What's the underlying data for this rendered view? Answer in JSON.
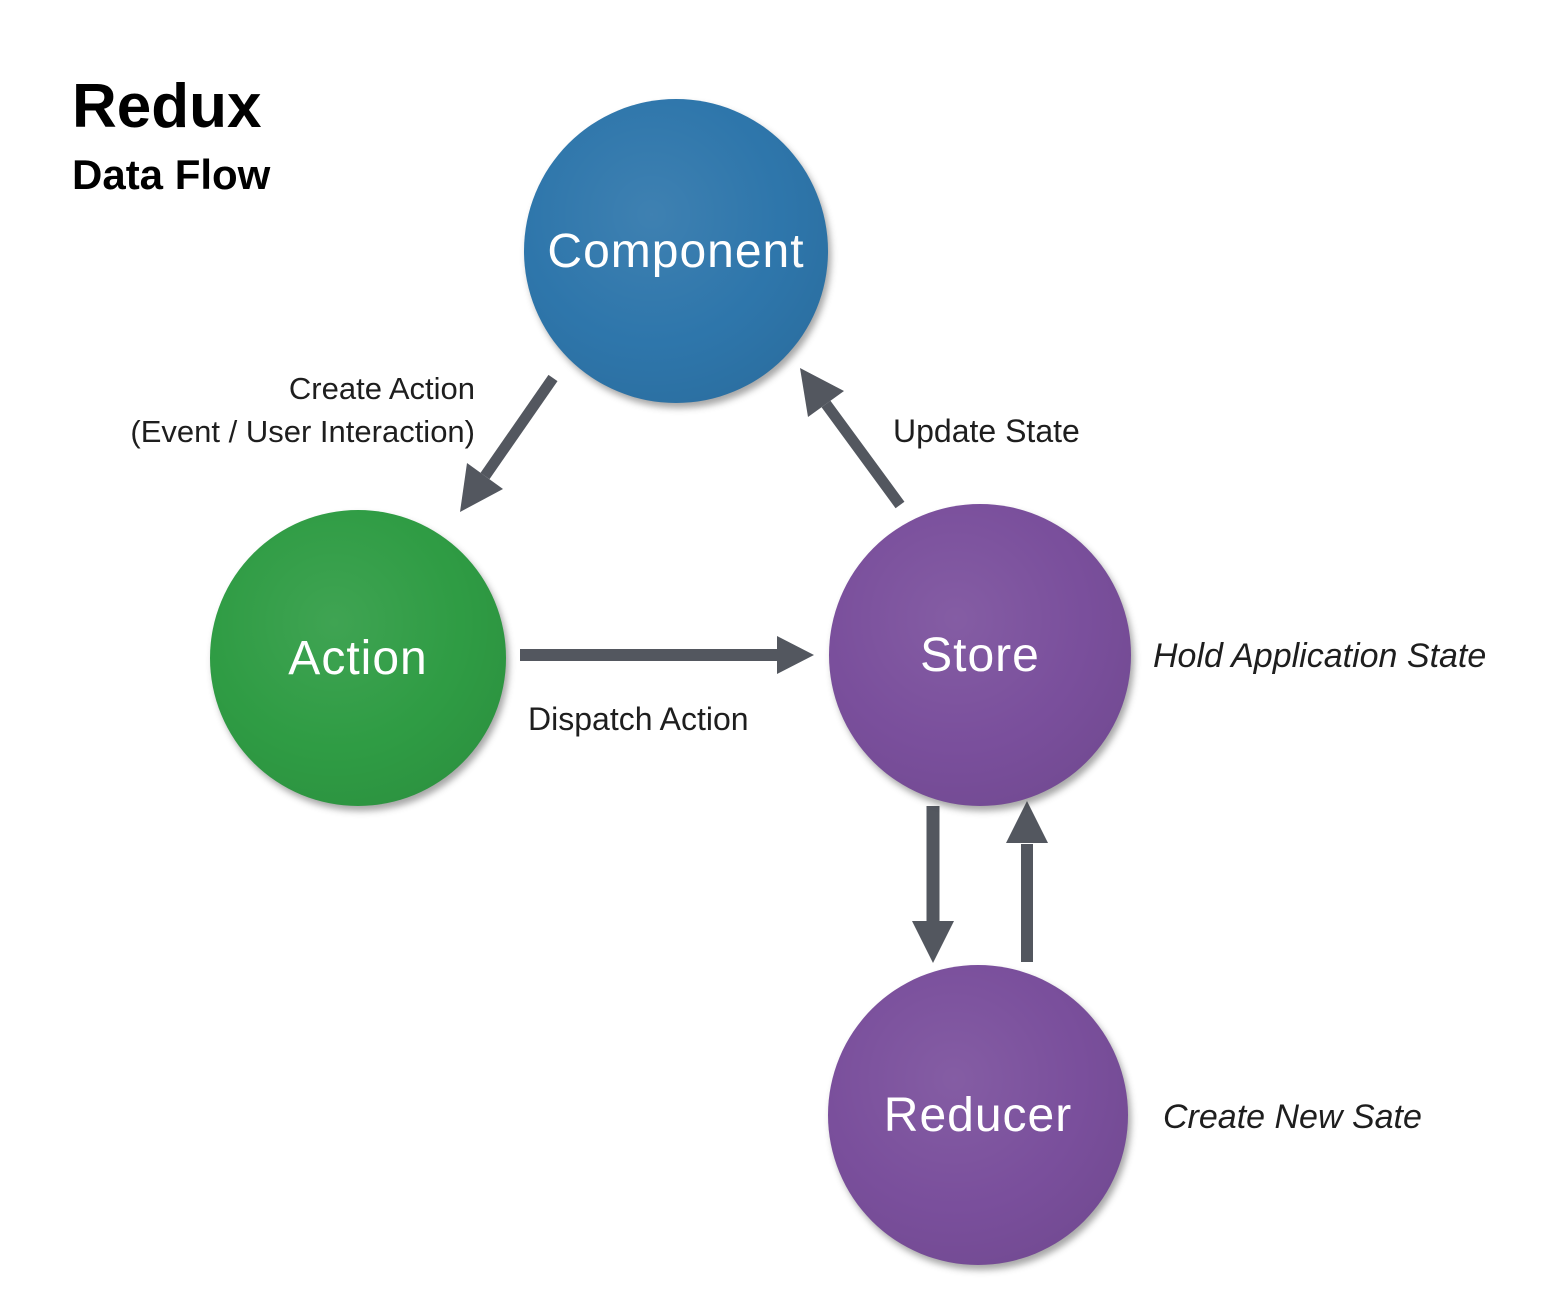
{
  "title": "Redux",
  "subtitle": "Data Flow",
  "nodes": [
    {
      "id": "component",
      "label": "Component",
      "color": "#2e76ab"
    },
    {
      "id": "action",
      "label": "Action",
      "color": "#2f9c44"
    },
    {
      "id": "store",
      "label": "Store",
      "color": "#7a4f9c"
    },
    {
      "id": "reducer",
      "label": "Reducer",
      "color": "#7a4f9c"
    }
  ],
  "edges": [
    {
      "from": "Component",
      "to": "Action",
      "label": "Create Action",
      "label2": "(Event / User Interaction)"
    },
    {
      "from": "Action",
      "to": "Store",
      "label": "Dispatch Action"
    },
    {
      "from": "Store",
      "to": "Component",
      "label": "Update State"
    },
    {
      "from": "Store",
      "to": "Reducer"
    },
    {
      "from": "Reducer",
      "to": "Store"
    }
  ],
  "annotations": [
    {
      "for": "Store",
      "text": "Hold Application State"
    },
    {
      "for": "Reducer",
      "text": "Create New Sate"
    }
  ],
  "colors": {
    "arrow": "#53575f",
    "node_component": "#2e76ab",
    "node_action": "#2f9c44",
    "node_store_reducer": "#7a4f9c",
    "background": "#ffffff",
    "text": "#1e1e1e"
  }
}
